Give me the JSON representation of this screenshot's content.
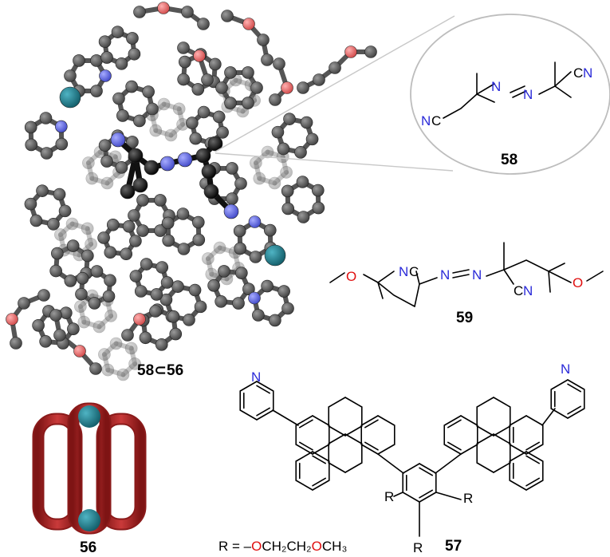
{
  "labels": {
    "complex": "58⊂56",
    "compound_58": "58",
    "compound_59": "59",
    "compound_56": "56",
    "compound_57": "57",
    "r_definition_prefix": "R = –",
    "r_o1": "O",
    "r_ch2ch2": "CH₂CH₂",
    "r_o2": "O",
    "r_ch3": "CH₃",
    "r": "R"
  },
  "atoms": {
    "n": "N",
    "o": "O",
    "nc": "NC",
    "cn": "CN"
  },
  "colors": {
    "carbon": "#595959",
    "oxygen": "#e8787a",
    "nitrogen": "#6f75e6",
    "metal": "#1f7f8f",
    "guest": "#111111",
    "cage": "#b32424",
    "zoom_circle": "#bdbdbd"
  }
}
